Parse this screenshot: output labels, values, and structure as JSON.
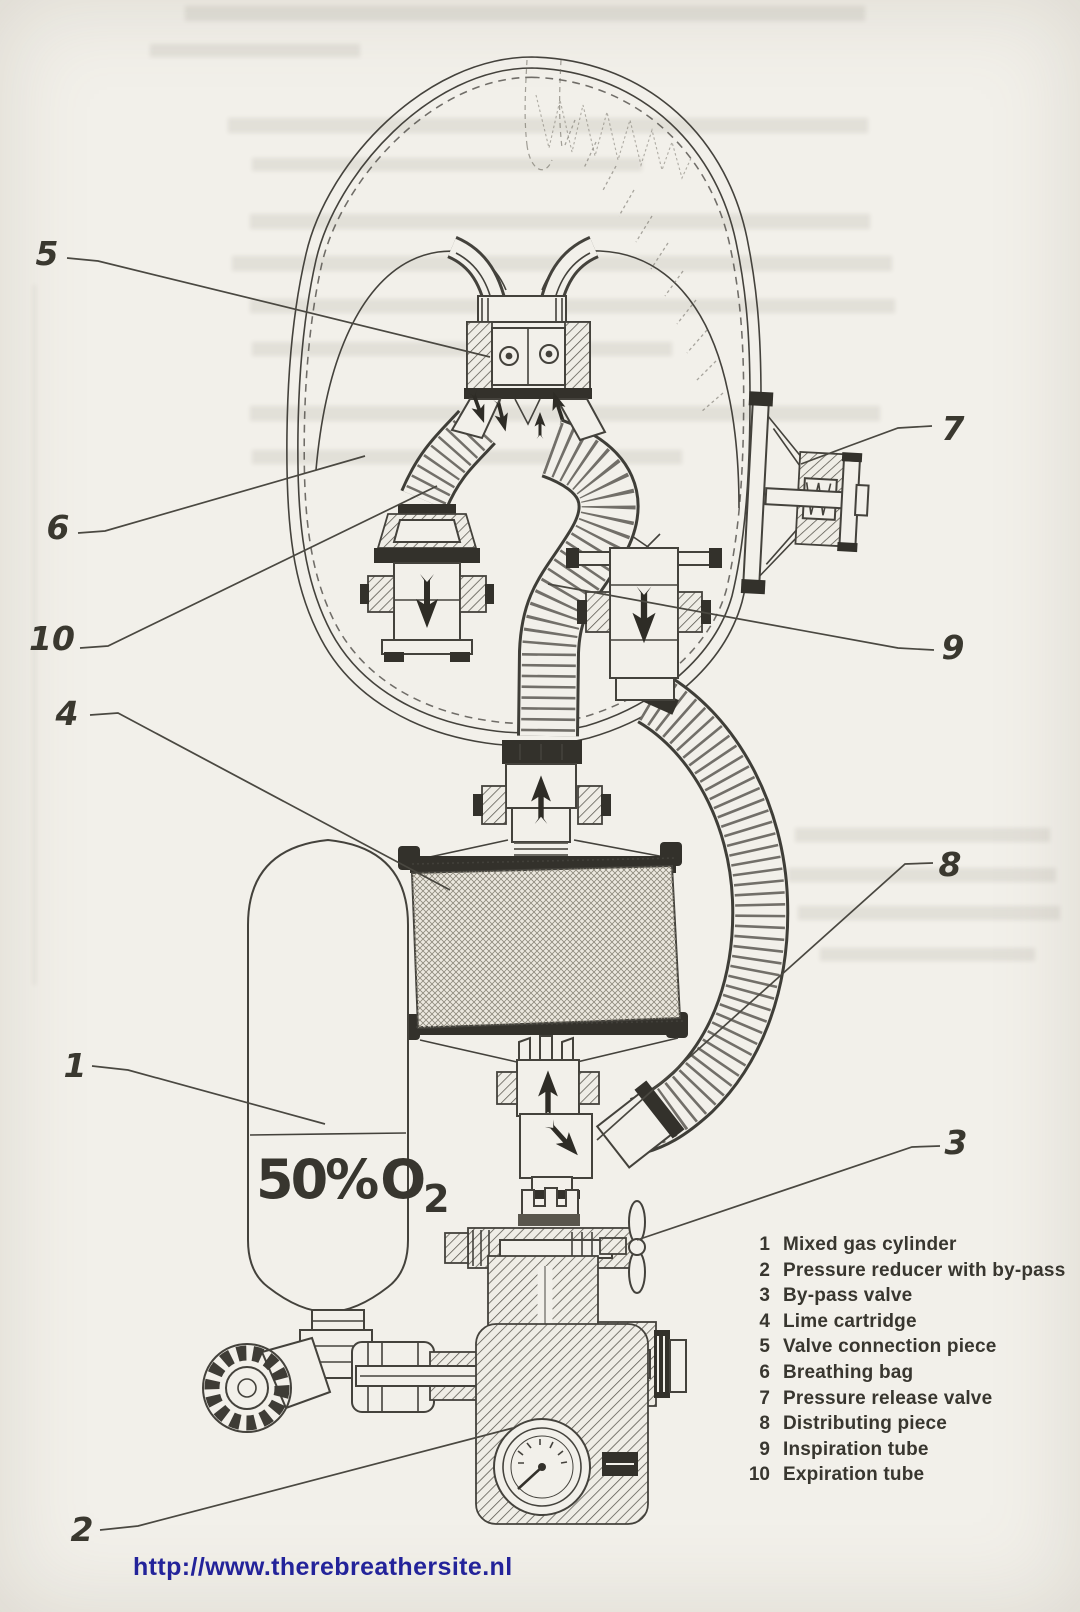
{
  "page": {
    "url_text": "http://www.therebreathersite.nl",
    "paper_color": "#f2f0ea",
    "ink_color": "#44423c",
    "url_color": "#23239a"
  },
  "cylinder_label": {
    "pct": "50%",
    "o": "O",
    "sub": "2"
  },
  "callouts": [
    {
      "label": "1"
    },
    {
      "label": "2"
    },
    {
      "label": "3"
    },
    {
      "label": "4"
    },
    {
      "label": "5"
    },
    {
      "label": "6"
    },
    {
      "label": "7"
    },
    {
      "label": "8"
    },
    {
      "label": "9"
    },
    {
      "label": "10"
    }
  ],
  "legend": {
    "items": [
      {
        "num": "1",
        "text": "Mixed gas cylinder"
      },
      {
        "num": "2",
        "text": "Pressure reducer with by-pass"
      },
      {
        "num": "3",
        "text": "By-pass valve"
      },
      {
        "num": "4",
        "text": "Lime cartridge"
      },
      {
        "num": "5",
        "text": "Valve connection piece"
      },
      {
        "num": "6",
        "text": "Breathing bag"
      },
      {
        "num": "7",
        "text": "Pressure release valve"
      },
      {
        "num": "8",
        "text": "Distributing piece"
      },
      {
        "num": "9",
        "text": "Inspiration tube"
      },
      {
        "num": "10",
        "text": "Expiration tube"
      }
    ]
  }
}
